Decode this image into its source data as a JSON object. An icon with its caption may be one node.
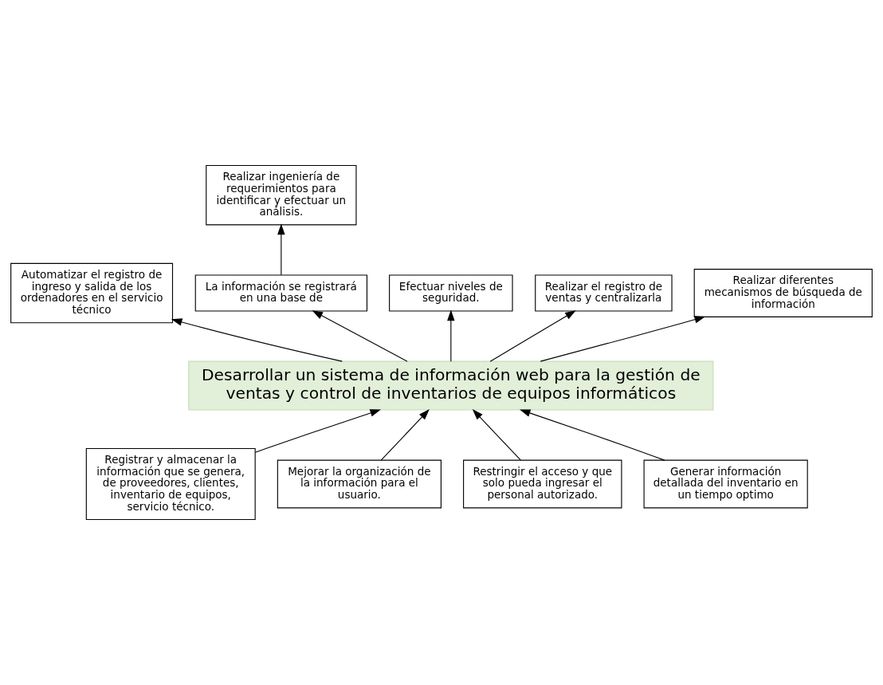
{
  "diagram": {
    "nodes": [
      {
        "text": [
          "Desarrollar un sistema de información web para la gestión de ventas y control de inventarios de equipos informáticos"
        ]
      },
      {
        "text": [
          "Automatizar el registro de ingreso y salida de los ordenadores en el servicio técnico"
        ]
      },
      {
        "text": [
          "Realizar ingeniería de requerimientos para identificar y efectuar un análisis."
        ]
      },
      {
        "text": [
          "La información se registrará en una base de"
        ]
      },
      {
        "text": [
          "Efectuar niveles de seguridad."
        ]
      },
      {
        "text": [
          "Realizar el registro de ventas y centralizarla"
        ]
      },
      {
        "text": [
          "Realizar diferentes mecanismos de búsqueda de información"
        ]
      },
      {
        "text": [
          "Registrar y almacenar la información que se genera, de proveedores, clientes, inventario de equipos, servicio técnico."
        ]
      },
      {
        "text": [
          "Mejorar la organización de la información para el usuario."
        ]
      },
      {
        "text": [
          "Restringir el acceso y que solo pueda ingresar el personal autorizado."
        ]
      },
      {
        "text": [
          "Generar información detallada del inventario en un tiempo optimo"
        ]
      }
    ],
    "edges": [
      {
        "from": 0,
        "to": 1,
        "arrow": "to"
      },
      {
        "from": 3,
        "to": 2,
        "arrow": "to"
      },
      {
        "from": 0,
        "to": 3,
        "arrow": "to"
      },
      {
        "from": 0,
        "to": 4,
        "arrow": "to"
      },
      {
        "from": 0,
        "to": 5,
        "arrow": "to"
      },
      {
        "from": 0,
        "to": 6,
        "arrow": "to"
      },
      {
        "from": 7,
        "to": 0,
        "arrow": "to"
      },
      {
        "from": 8,
        "to": 0,
        "arrow": "to"
      },
      {
        "from": 9,
        "to": 0,
        "arrow": "to"
      },
      {
        "from": 10,
        "to": 0,
        "arrow": "to"
      }
    ]
  }
}
